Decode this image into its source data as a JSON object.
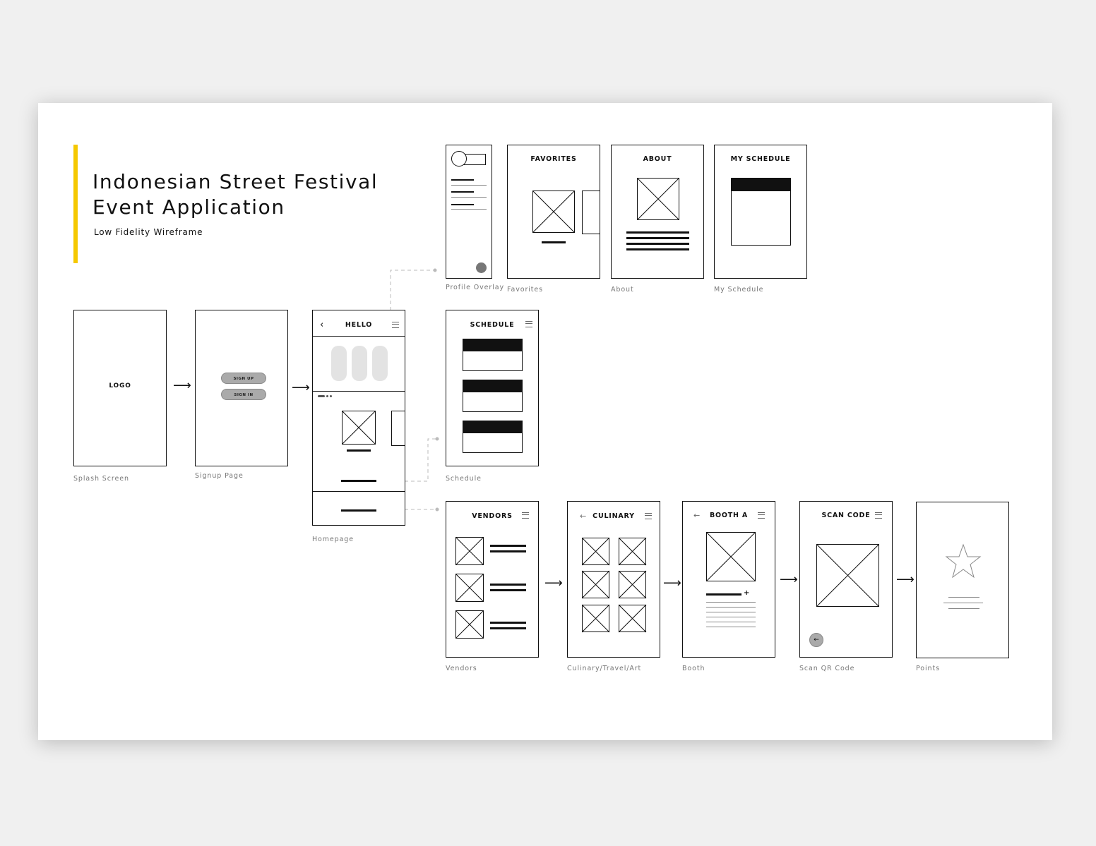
{
  "title": {
    "line1": "Indonesian Street Festival",
    "line2": "Event Application",
    "subtitle": "Low Fidelity Wireframe"
  },
  "colors": {
    "accent": "#f5c800",
    "board": "#ffffff",
    "background": "#f0f0f0",
    "caption": "#777777"
  },
  "screens": {
    "splash": {
      "caption": "Splash Screen",
      "logo": "LOGO"
    },
    "signup": {
      "caption": "Signup Page",
      "sign_up": "SIGN UP",
      "sign_in": "SIGN IN"
    },
    "home": {
      "caption": "Homepage",
      "header": "HELLO"
    },
    "profile": {
      "caption": "Profile Overlay"
    },
    "favorites": {
      "caption": "Favorites",
      "header": "FAVORITES"
    },
    "about": {
      "caption": "About",
      "header": "ABOUT"
    },
    "my_schedule": {
      "caption": "My Schedule",
      "header": "MY SCHEDULE"
    },
    "schedule": {
      "caption": "Schedule",
      "header": "SCHEDULE"
    },
    "vendors": {
      "caption": "Vendors",
      "header": "VENDORS"
    },
    "culinary": {
      "caption": "Culinary/Travel/Art",
      "header": "CULINARY"
    },
    "booth": {
      "caption": "Booth",
      "header": "BOOTH A"
    },
    "scan": {
      "caption": "Scan QR Code",
      "header": "SCAN CODE"
    },
    "points": {
      "caption": "Points"
    }
  },
  "icons": [
    "arrow-right-icon",
    "menu-icon",
    "back-arrow-icon",
    "image-placeholder-icon",
    "star-icon",
    "plus-icon"
  ]
}
